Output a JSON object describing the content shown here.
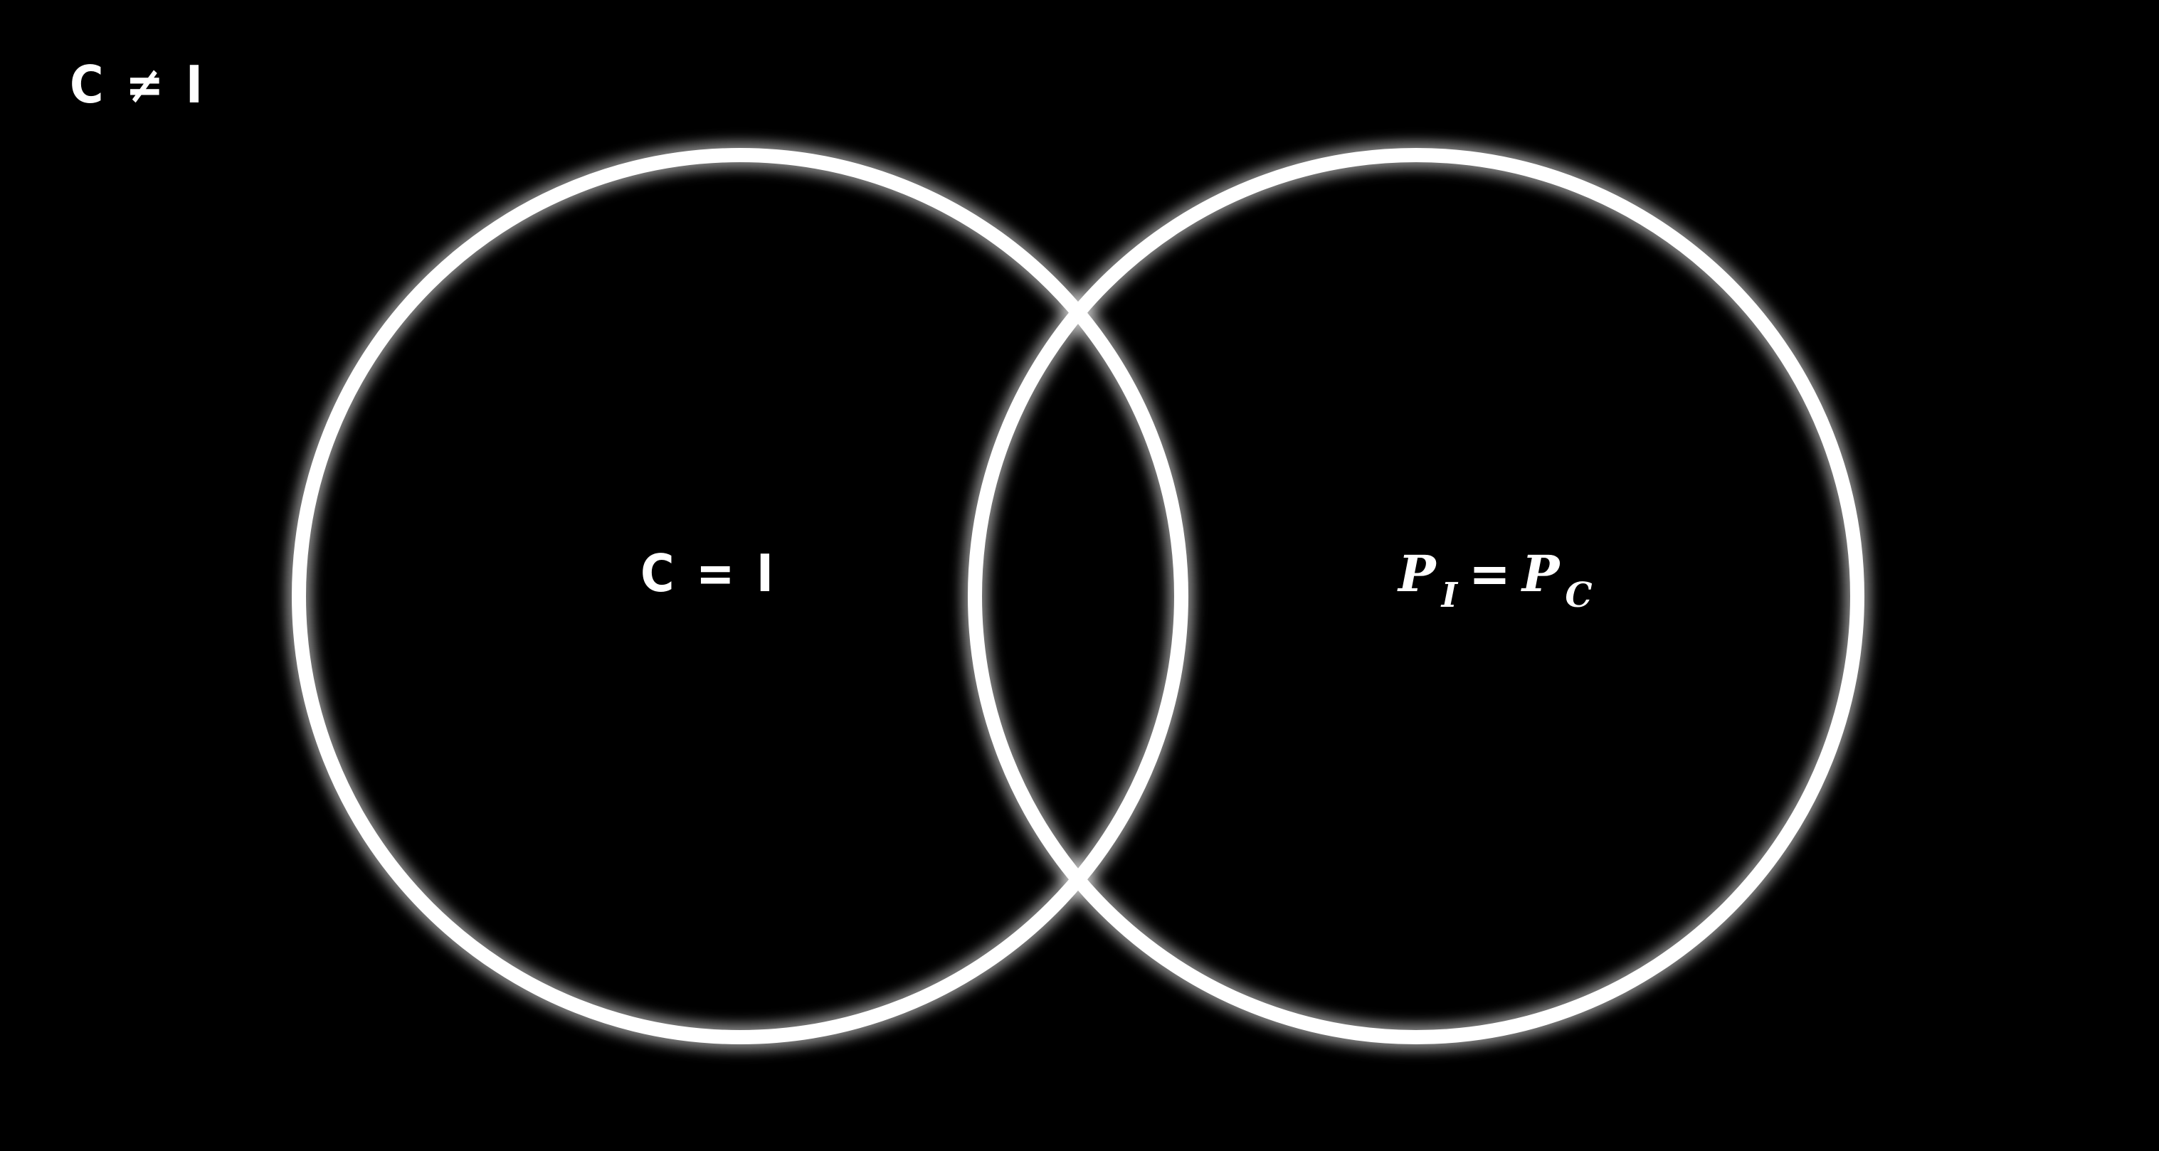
{
  "diagram": {
    "corner_label": "C ≠ I",
    "left_circle": {
      "label": "C = I"
    },
    "right_circle": {
      "label_base_1": "P",
      "label_sub_1": "I",
      "label_equals": "=",
      "label_base_2": "P",
      "label_sub_2": "C"
    },
    "colors": {
      "background": "#000000",
      "ring": "#ffffff",
      "text": "#ffffff"
    }
  }
}
